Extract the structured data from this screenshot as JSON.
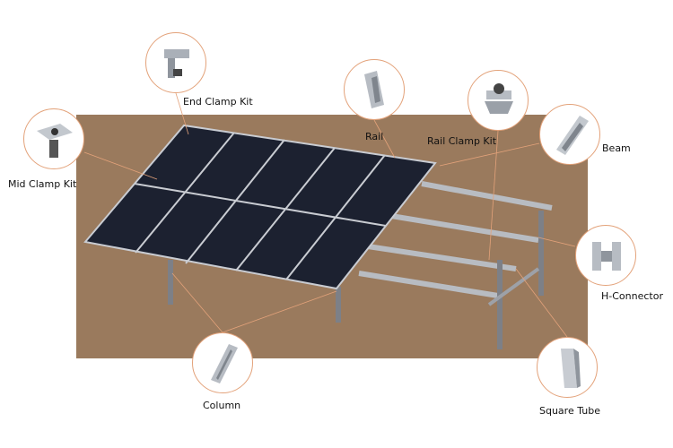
{
  "labels": {
    "end_clamp_kit": "End Clamp Kit",
    "mid_clamp_kit": "Mid Clamp Kit",
    "rail": "Rail",
    "rail_clamp_kit": "Rail Clamp Kit",
    "beam": "Beam",
    "h_connector": "H-Connector",
    "column": "Column",
    "square_tube": "Square Tube"
  },
  "colors": {
    "ground": "#9a7a5d",
    "leader": "#e3a27a",
    "panel": "#1c2130"
  }
}
